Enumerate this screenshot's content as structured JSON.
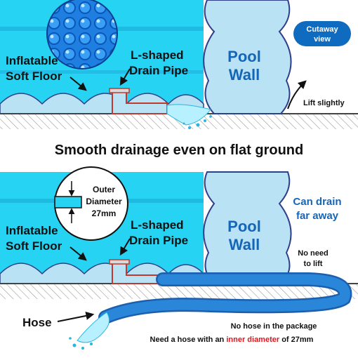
{
  "colors": {
    "water": "#27d3f2",
    "water_dark": "#1aa6d6",
    "wall": "#b9e3f5",
    "wall_stroke": "#2f3f8a",
    "pipe": "#bf3a2e",
    "hose": "#2a86d9",
    "badge": "#0f6bbf",
    "text_blue": "#1565b8",
    "accent_red": "#e4141b"
  },
  "top_panel": {
    "badge": "Cutaway view",
    "floor_label_line1": "Inflatable",
    "floor_label_line2": "Soft Floor",
    "pipe_label_line1": "L-shaped",
    "pipe_label_line2": "Drain Pipe",
    "wall_label_line1": "Pool",
    "wall_label_line2": "Wall",
    "lift_label": "Lift slightly"
  },
  "headline": "Smooth drainage even on flat ground",
  "bottom_panel": {
    "diameter_line1": "Outer",
    "diameter_line2": "Diameter",
    "diameter_line3": "27mm",
    "floor_label_line1": "Inflatable",
    "floor_label_line2": "Soft Floor",
    "pipe_label_line1": "L-shaped",
    "pipe_label_line2": "Drain Pipe",
    "wall_label_line1": "Pool",
    "wall_label_line2": "Wall",
    "drain_line1": "Can drain",
    "drain_line2": "far away",
    "nolift_line1": "No need",
    "nolift_line2": "to lift",
    "hose_label": "Hose",
    "note1": "No hose in the package",
    "note2_prefix": "Need a hose with an ",
    "note2_highlight": "inner diameter",
    "note2_suffix": " of 27mm"
  }
}
